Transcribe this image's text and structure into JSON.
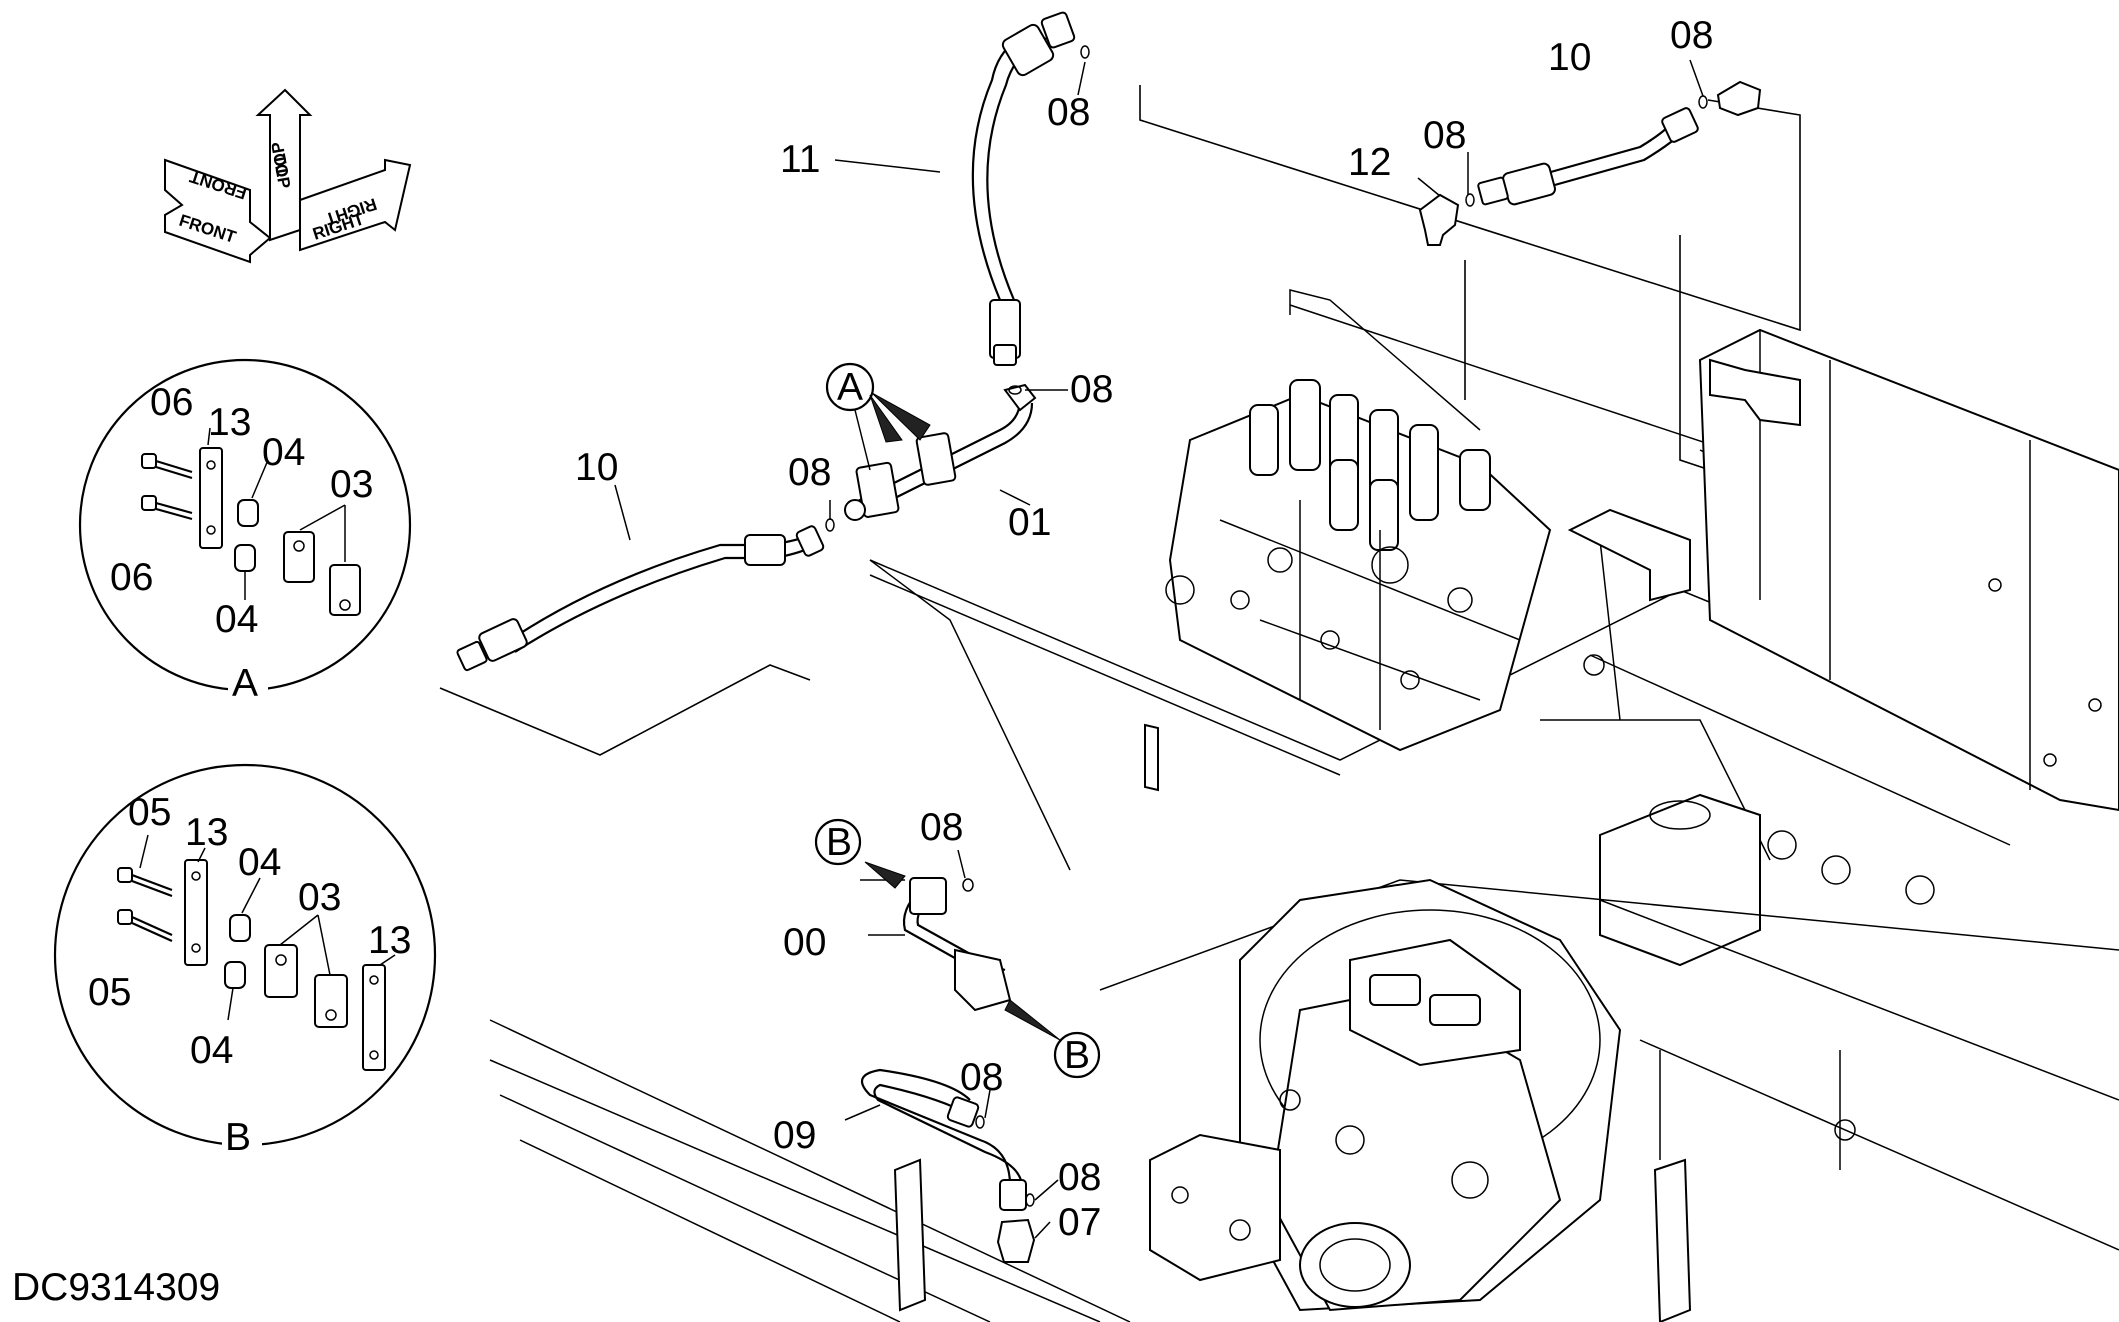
{
  "diagram_code": "DC9314309",
  "orientation": {
    "front": "FRONT",
    "top": "TOP",
    "right": "RIGHT"
  },
  "detail_a": {
    "title": "A",
    "labels": [
      "06",
      "13",
      "04",
      "03",
      "06",
      "04"
    ]
  },
  "detail_b": {
    "title": "B",
    "labels": [
      "05",
      "13",
      "04",
      "03",
      "13",
      "05",
      "04"
    ]
  },
  "callouts": {
    "hose_11": "11",
    "oring_08_top": "08",
    "hose_10_top": "10",
    "oring_08_topright": "08",
    "oring_08_mid": "08",
    "elbow_12": "12",
    "oring_08_hose11_end": "08",
    "marker_a": "A",
    "hose_10_left": "10",
    "oring_08_left": "08",
    "pipe_01": "01",
    "marker_b_top": "B",
    "oring_08_b": "08",
    "pipe_00": "00",
    "marker_b_bottom": "B",
    "oring_08_09": "08",
    "hose_09": "09",
    "oring_08_bottom": "08",
    "adapter_07": "07"
  }
}
